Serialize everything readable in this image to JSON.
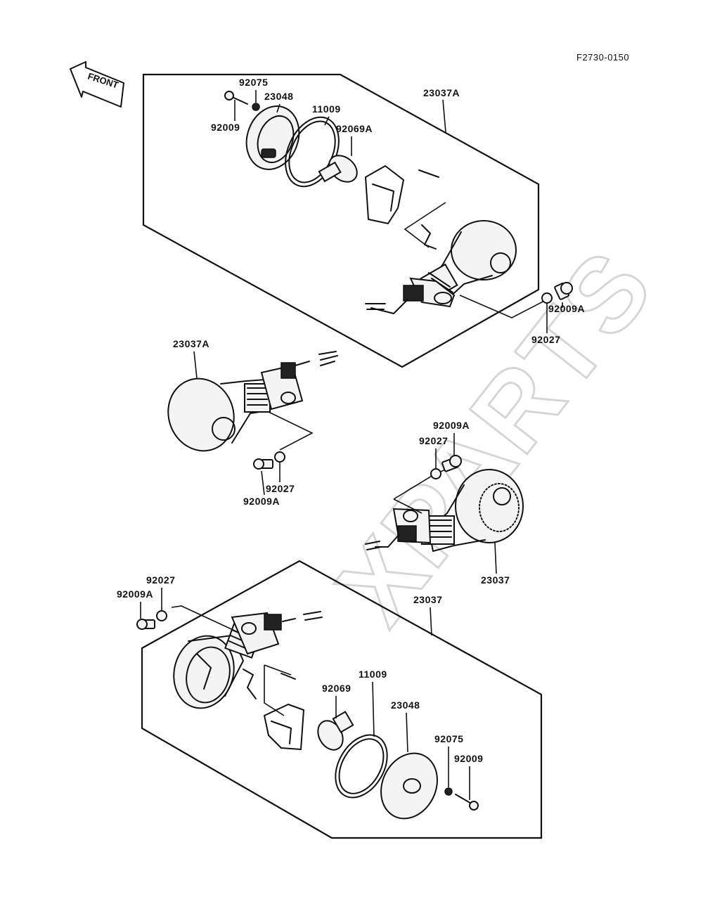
{
  "diagram": {
    "figure_code": "F2730-0150",
    "front_label": "FRONT",
    "watermark": "XPARTS",
    "labels": {
      "top_92075": "92075",
      "top_23048": "23048",
      "top_92009": "92009",
      "top_11009": "11009",
      "top_92069A": "92069A",
      "top_23037A": "23037A",
      "top_92009A": "92009A",
      "top_92027": "92027",
      "left_23037A": "23037A",
      "left_92027": "92027",
      "left_92009A": "92009A",
      "right_92009A": "92009A",
      "right_92027": "92027",
      "right_23037": "23037",
      "bot_92027": "92027",
      "bot_92009A": "92009A",
      "bot_23037": "23037",
      "bot_11009": "11009",
      "bot_92069": "92069",
      "bot_23048": "23048",
      "bot_92075": "92075",
      "bot_92009": "92009"
    }
  }
}
